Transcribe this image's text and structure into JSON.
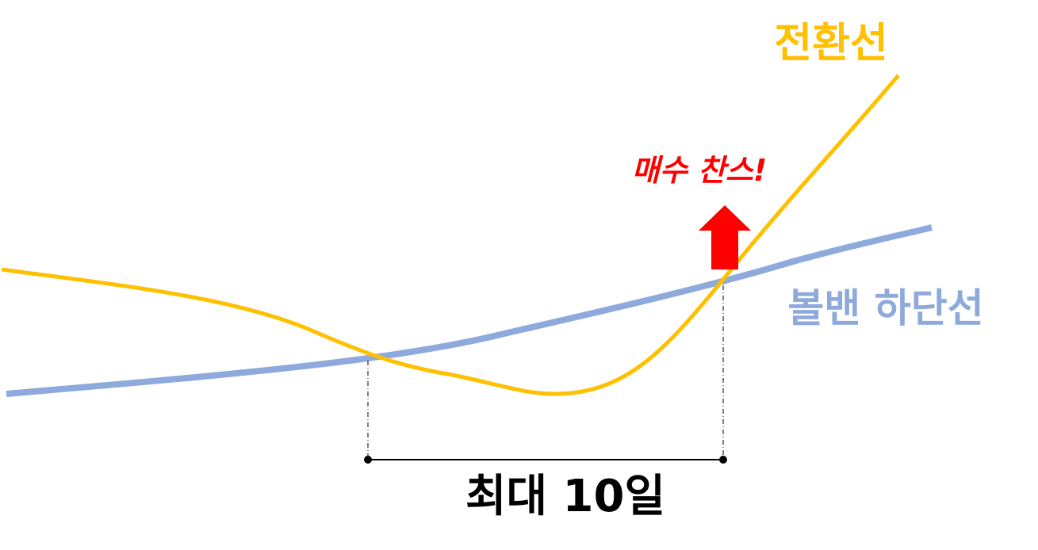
{
  "labels": {
    "conversion_line": "전환선",
    "bollinger_lower": "볼밴 하단선",
    "buy_chance": "매수 찬스!",
    "max_days": "최대 10일"
  },
  "colors": {
    "conversion_line": "#FFC000",
    "bollinger_lower": "#8EA9DB",
    "buy_chance": "#FF0000",
    "arrow": "#FF0000",
    "guide": "#000000"
  },
  "icons": {
    "buy_signal": "up-arrow-icon"
  }
}
